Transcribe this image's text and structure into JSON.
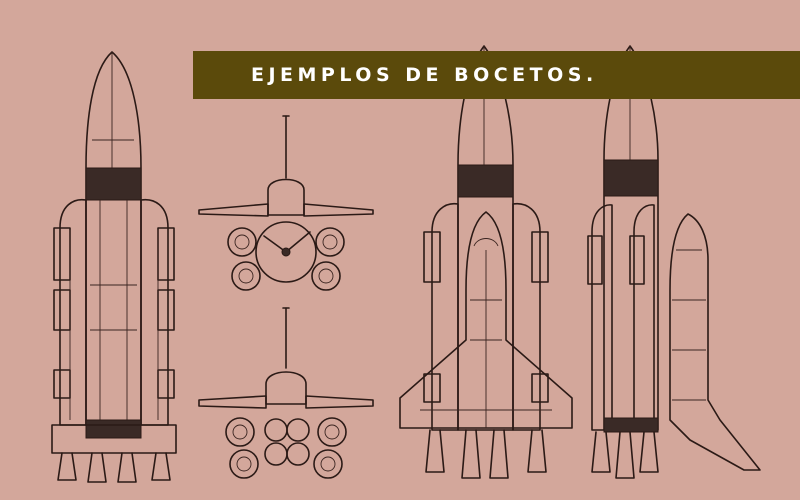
{
  "banner": {
    "title": "EJEMPLOS DE BOCETOS.",
    "background_color": "#5b4a0b",
    "text_color": "#ffffff"
  },
  "page": {
    "background_color": "#d3a79b",
    "line_color": "#2b1a16"
  },
  "sketches": [
    {
      "name": "rocket-side-view",
      "view": "side"
    },
    {
      "name": "shuttle-top-view",
      "view": "top"
    },
    {
      "name": "shuttle-bottom-view",
      "view": "bottom"
    },
    {
      "name": "rocket-with-shuttle-front",
      "view": "front"
    },
    {
      "name": "rocket-with-shuttle-side",
      "view": "side"
    }
  ]
}
